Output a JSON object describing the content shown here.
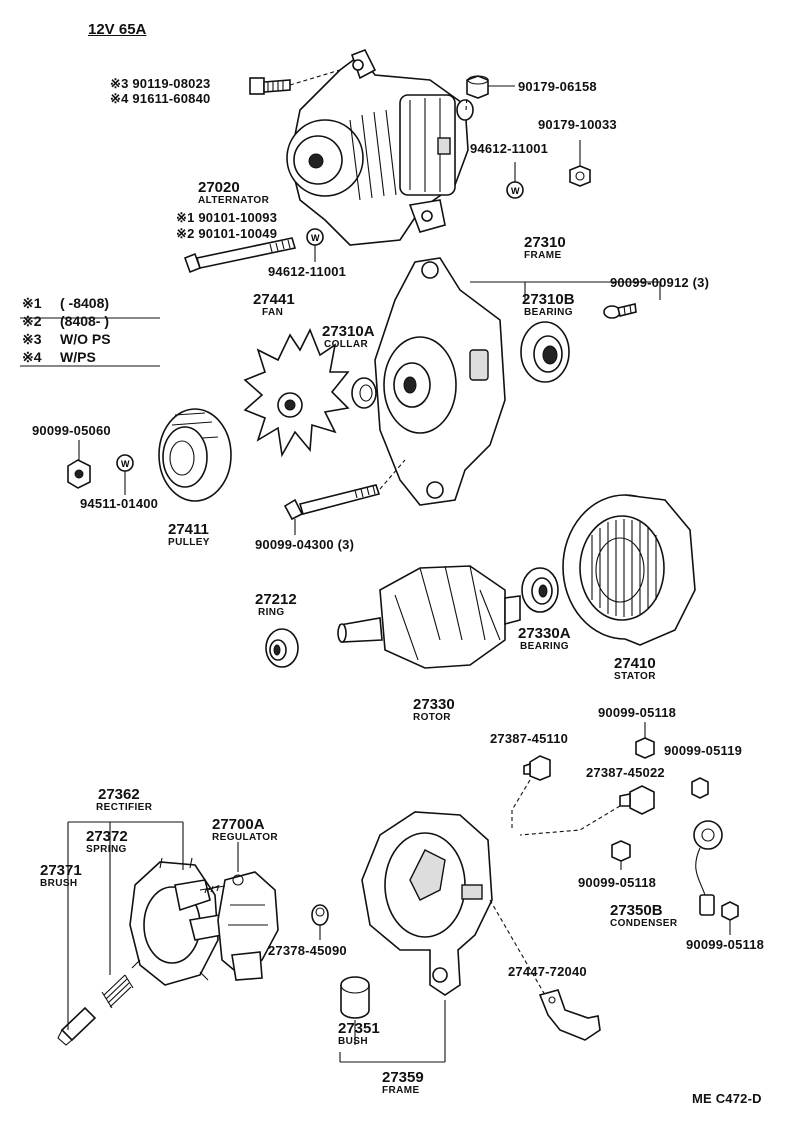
{
  "title": "12V 65A",
  "code": "ME C472-D",
  "notes": [
    {
      "mark": "※1",
      "text": "(      -8408)"
    },
    {
      "mark": "※2",
      "text": "(8408-      )"
    },
    {
      "mark": "※3",
      "text": "W/O PS"
    },
    {
      "mark": "※4",
      "text": "W/PS"
    }
  ],
  "parts": {
    "bolt_a3": "※3 90119-08023",
    "bolt_a4": "※4 91611-60840",
    "nut_top": "90179-06158",
    "nut_right": "90179-10033",
    "washer_top": "94612-11001",
    "alternator_no": "27020",
    "alternator_name": "ALTERNATOR",
    "bolt_b1": "※1 90101-10093",
    "bolt_b2": "※2 90101-10049",
    "washer_mid": "94612-11001",
    "frame_front_no": "27310",
    "frame_front_name": "FRAME",
    "screw_frame": "90099-00912 (3)",
    "bearing_front_no": "27310B",
    "bearing_front_name": "BEARING",
    "fan_no": "27441",
    "fan_name": "FAN",
    "collar_no": "27310A",
    "collar_name": "COLLAR",
    "nut_pulley": "90099-05060",
    "washer_pulley": "94511-01400",
    "pulley_no": "27411",
    "pulley_name": "PULLEY",
    "bolt_long": "90099-04300 (3)",
    "ring_no": "27212",
    "ring_name": "RING",
    "bearing_rear_no": "27330A",
    "bearing_rear_name": "BEARING",
    "stator_no": "27410",
    "stator_name": "STATOR",
    "rotor_no": "27330",
    "rotor_name": "ROTOR",
    "nut_a": "90099-05118",
    "terminal_a": "27387-45110",
    "nut_b": "90099-05119",
    "terminal_b": "27387-45022",
    "rectifier_no": "27362",
    "rectifier_name": "RECTIFIER",
    "regulator_no": "27700A",
    "regulator_name": "REGULATOR",
    "spring_no": "27372",
    "spring_name": "SPRING",
    "brush_no": "27371",
    "brush_name": "BRUSH",
    "nut_c": "90099-05118",
    "condenser_no": "27350B",
    "condenser_name": "CONDENSER",
    "nut_d": "90099-05118",
    "insulator": "27378-45090",
    "plate": "27447-72040",
    "bush_no": "27351",
    "bush_name": "BUSH",
    "frame_rear_no": "27359",
    "frame_rear_name": "FRAME"
  }
}
